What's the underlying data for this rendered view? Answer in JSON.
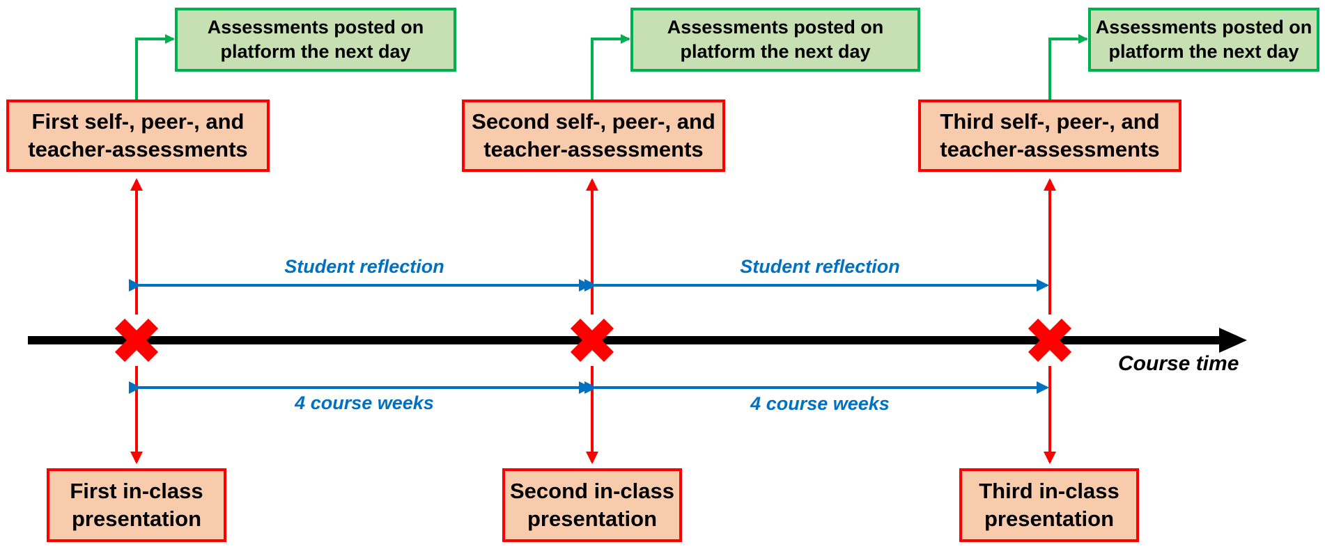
{
  "green_boxes": [
    {
      "line1": "Assessments posted on",
      "line2": "platform the next day"
    },
    {
      "line1": "Assessments posted on",
      "line2": "platform the next day"
    },
    {
      "line1": "Assessments posted on",
      "line2": "platform the next day"
    }
  ],
  "assessment_boxes": [
    {
      "line1": "First self-, peer-, and",
      "line2": "teacher-assessments"
    },
    {
      "line1": "Second self-, peer-, and",
      "line2": "teacher-assessments"
    },
    {
      "line1": "Third self-, peer-, and",
      "line2": "teacher-assessments"
    }
  ],
  "presentation_boxes": [
    {
      "line1": "First in-class",
      "line2": "presentation"
    },
    {
      "line1": "Second in-class",
      "line2": "presentation"
    },
    {
      "line1": "Third in-class",
      "line2": "presentation"
    }
  ],
  "intervals": [
    {
      "reflection_label": "Student reflection",
      "duration_label": "4 course weeks"
    },
    {
      "reflection_label": "Student reflection",
      "duration_label": "4 course weeks"
    }
  ],
  "timeline": {
    "label": "Course time"
  },
  "colors": {
    "timeline": "#000000",
    "event_marker": "#ff0000",
    "connector": "#00b050",
    "interval_arrow": "#0070c0",
    "red_box_fill": "#f8cbad",
    "green_box_fill": "#c6e0b4"
  }
}
